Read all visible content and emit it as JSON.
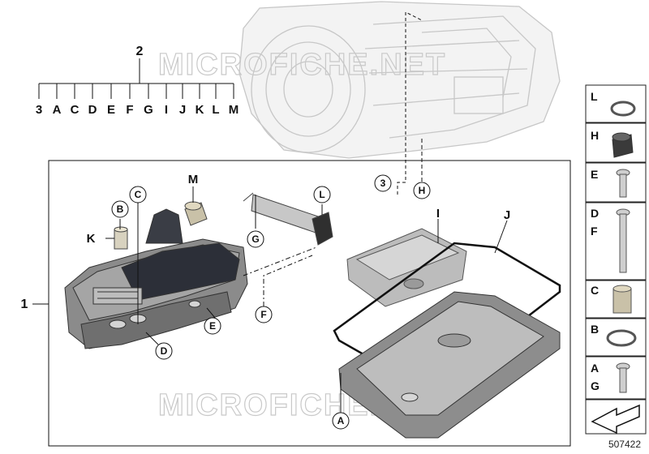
{
  "diagram": {
    "reference_number": "507422",
    "watermark": "MICROFICHE.NET",
    "main_callouts": {
      "assembly": "1",
      "kit": "2",
      "housing": "3"
    },
    "kit_contents": [
      "3",
      "A",
      "C",
      "D",
      "E",
      "F",
      "G",
      "I",
      "J",
      "K",
      "L",
      "M"
    ],
    "part_callouts": {
      "A": "A",
      "B": "B",
      "C": "C",
      "D": "D",
      "E": "E",
      "F": "F",
      "G": "G",
      "H": "H",
      "I": "I",
      "J": "J",
      "K": "K",
      "L": "L",
      "M": "M",
      "housing": "3"
    },
    "legend": [
      {
        "labels": [
          "L"
        ],
        "part": "o-ring"
      },
      {
        "labels": [
          "H"
        ],
        "part": "connector-sleeve"
      },
      {
        "labels": [
          "E"
        ],
        "part": "short-bolt"
      },
      {
        "labels": [
          "D",
          "F"
        ],
        "part": "long-bolt"
      },
      {
        "labels": [
          "C"
        ],
        "part": "sleeve"
      },
      {
        "labels": [
          "B"
        ],
        "part": "seal-ring"
      },
      {
        "labels": [
          "A",
          "G"
        ],
        "part": "screw"
      }
    ]
  }
}
